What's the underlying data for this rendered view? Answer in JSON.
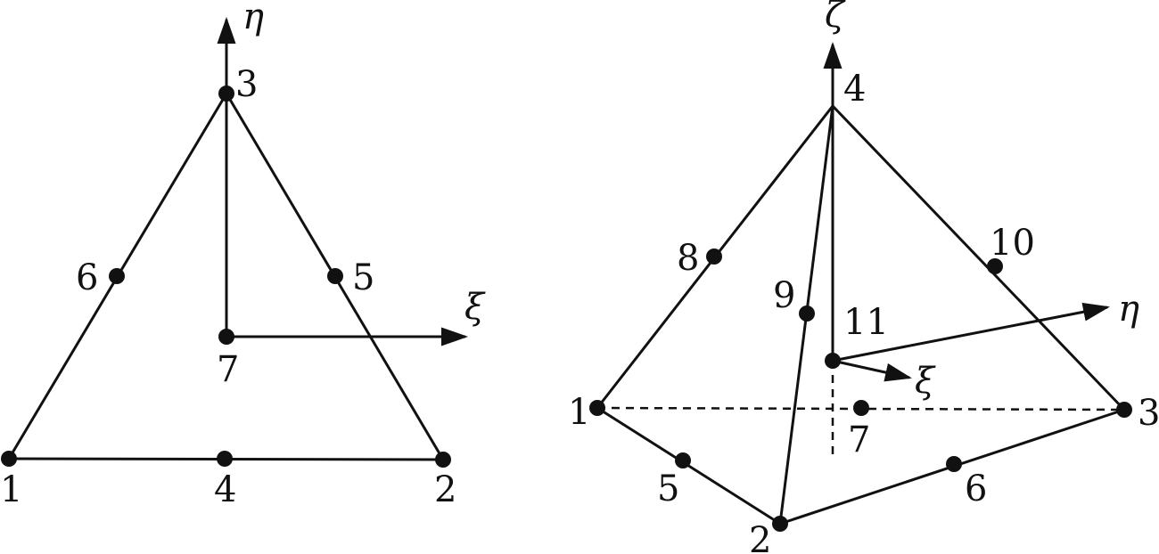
{
  "triangle": {
    "axis_labels": {
      "eta": "η",
      "xi": "ξ"
    },
    "node_labels": [
      "1",
      "2",
      "3",
      "4",
      "5",
      "6",
      "7"
    ]
  },
  "tetrahedron": {
    "axis_labels": {
      "zeta": "ζ",
      "eta": "η",
      "xi": "ξ"
    },
    "node_labels": [
      "1",
      "2",
      "3",
      "4",
      "5",
      "6",
      "7",
      "8",
      "9",
      "10",
      "11"
    ]
  },
  "colors": {
    "ink": "#111111",
    "background": "#ffffff"
  }
}
